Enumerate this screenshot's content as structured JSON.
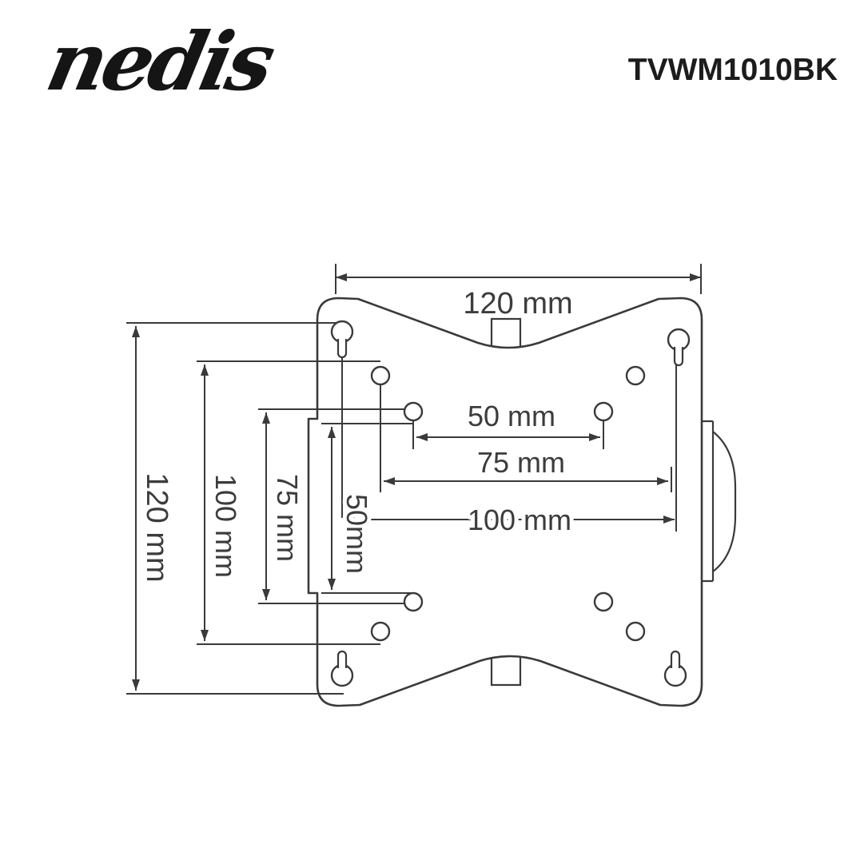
{
  "header": {
    "brand": "nedis",
    "product_code": "TVWM1010BK"
  },
  "drawing": {
    "type": "vesa-mount-dimension-diagram",
    "ink_color": "#3a3a3a",
    "dimensions": {
      "overall_width_top": "120 mm",
      "overall_height_left": "120 mm",
      "vertical_hole_spacing_100": "100 mm",
      "vertical_hole_spacing_75": "75 mm",
      "vertical_hole_spacing_50": "50mm",
      "horizontal_hole_spacing_50": "50 mm",
      "horizontal_hole_spacing_75": "75 mm",
      "horizontal_hole_spacing_100": "100 mm"
    }
  }
}
